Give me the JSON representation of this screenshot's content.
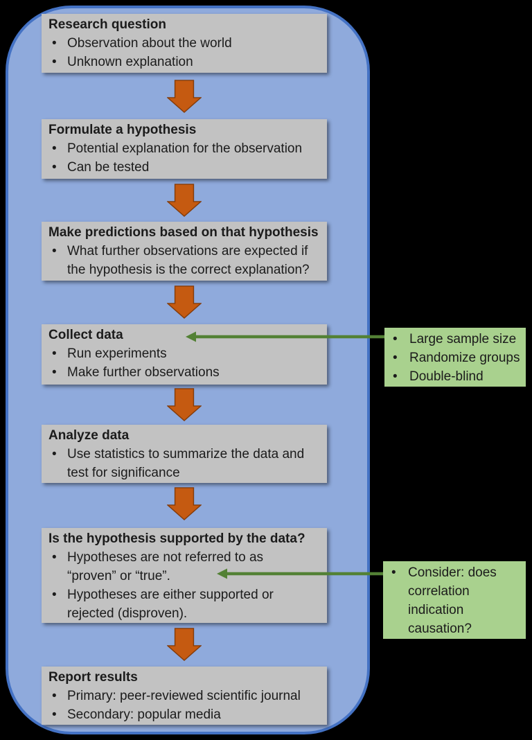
{
  "colors": {
    "background": "#000000",
    "panel_fill": "#8faadc",
    "panel_border": "#4472c4",
    "step_fill": "#c2c2c2",
    "note_fill": "#a9d18e",
    "block_arrow_fill": "#c55a11",
    "block_arrow_border": "#843c0b",
    "connector_green": "#538135",
    "text": "#1b1b1b"
  },
  "steps": [
    {
      "title": "Research question",
      "bullets": [
        "Observation about the world",
        "Unknown explanation"
      ]
    },
    {
      "title": "Formulate a hypothesis",
      "bullets": [
        "Potential explanation for the observation",
        "Can be tested"
      ]
    },
    {
      "title": "Make predictions based on that hypothesis",
      "bullets": [
        "What further observations are expected if the hypothesis is the correct explanation?"
      ]
    },
    {
      "title": "Collect data",
      "bullets": [
        "Run experiments",
        "Make further observations"
      ]
    },
    {
      "title": "Analyze data",
      "bullets": [
        "Use statistics to summarize the data and test for significance"
      ]
    },
    {
      "title": "Is the hypothesis supported by the data?",
      "bullets": [
        "Hypotheses are not referred to as “proven” or “true”.",
        "Hypotheses are either supported or rejected (disproven)."
      ]
    },
    {
      "title": "Report results",
      "bullets": [
        "Primary: peer-reviewed scientific journal",
        "Secondary: popular media"
      ]
    }
  ],
  "notes": [
    {
      "bullets": [
        "Large sample size",
        "Randomize groups",
        "Double-blind"
      ]
    },
    {
      "bullets": [
        "Consider: does correlation indication causation?"
      ]
    }
  ]
}
